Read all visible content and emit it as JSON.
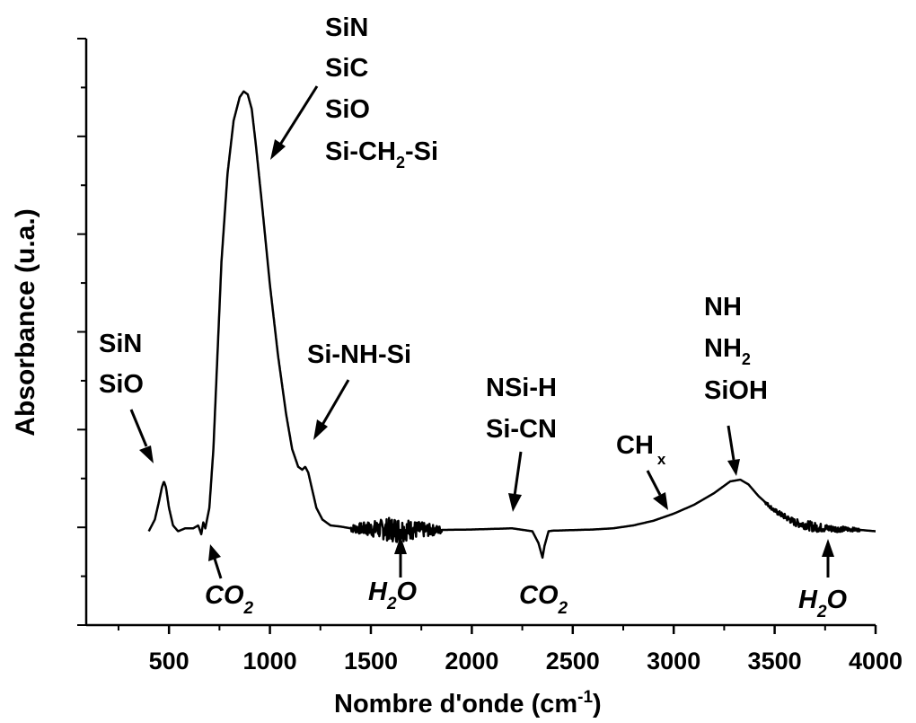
{
  "chart_data": {
    "type": "line",
    "xlabel": "Nombre d'onde (cm",
    "xlabel_sup": "-1",
    "xlabel_tail": ")",
    "ylabel": "Absorbance (u.a.)",
    "xlim": [
      90,
      4000
    ],
    "ylim": [
      0,
      100
    ],
    "x_ticks": [
      "500",
      "1000",
      "1500",
      "2000",
      "2500",
      "3000",
      "3500",
      "4000"
    ],
    "y_ticks_shown": false,
    "grid": false,
    "legend": "none",
    "series": [
      {
        "x": [
          400,
          430,
          450,
          465,
          475,
          485,
          500,
          520,
          545,
          580,
          620,
          645,
          660,
          670,
          680,
          700,
          720,
          740,
          760,
          790,
          820,
          850,
          870,
          890,
          910,
          930,
          960,
          1000,
          1040,
          1080,
          1110,
          1140,
          1160,
          1175,
          1190,
          1210,
          1230,
          1260,
          1300,
          1350,
          1400,
          1600,
          1800,
          2000,
          2200,
          2300,
          2330,
          2350,
          2360,
          2380,
          2400,
          2500,
          2600,
          2700,
          2800,
          2900,
          3000,
          3100,
          3200,
          3280,
          3330,
          3370,
          3420,
          3500,
          3600,
          3700,
          3800,
          3900,
          4000
        ],
        "y": [
          16,
          18,
          21,
          23.5,
          24.5,
          23.5,
          20,
          17,
          16,
          16.5,
          16.5,
          17,
          15.5,
          17.5,
          16.5,
          20,
          30,
          46,
          62,
          77,
          86,
          90,
          91,
          90.5,
          88,
          82,
          72,
          58,
          46,
          36,
          30,
          27,
          26.5,
          27,
          26,
          23,
          20,
          18,
          17,
          16.8,
          16.5,
          16.3,
          16.2,
          16.3,
          16.5,
          16,
          14,
          11.5,
          13.5,
          16,
          16.1,
          16.2,
          16.3,
          16.5,
          17,
          17.8,
          19,
          20.5,
          22.5,
          24.5,
          24.8,
          24,
          22,
          19.5,
          17.5,
          16.7,
          16.4,
          16.3,
          16
        ]
      }
    ],
    "noise_regions": [
      {
        "from": 1400,
        "to": 1850
      },
      {
        "from": 3450,
        "to": 3920
      }
    ],
    "annotations_above": [
      {
        "lines": [
          "SiN",
          "SiO"
        ],
        "x": 475
      },
      {
        "lines": [
          "SiN",
          "SiC",
          "SiO",
          "Si-CH2-Si"
        ],
        "x": 900
      },
      {
        "lines": [
          "Si-NH-Si"
        ],
        "x": 1195
      },
      {
        "lines": [
          "NSi-H",
          "Si-CN"
        ],
        "x": 2200
      },
      {
        "lines": [
          "CHx"
        ],
        "x": 2980
      },
      {
        "lines": [
          "NH",
          "NH2",
          "SiOH"
        ],
        "x": 3330
      }
    ],
    "annotations_below": [
      {
        "text": "CO2",
        "x": 670
      },
      {
        "text": "H2O",
        "x": 1650
      },
      {
        "text": "CO2",
        "x": 2360
      },
      {
        "text": "H2O",
        "x": 3760
      }
    ]
  },
  "text": {
    "sin": "SiN",
    "sio": "SiO",
    "sic": "SiC",
    "sich2": "Si-CH",
    "sich2_sub": "2",
    "sich2_tail": "-Si",
    "sinhsi": "Si-NH-Si",
    "nsih": "NSi-H",
    "sicn": "Si-CN",
    "chx": "CH",
    "chx_sub": "x",
    "nh": "NH",
    "nh2": "NH",
    "nh2_sub": "2",
    "sioh": "SiOH",
    "co2": "CO",
    "co2_sub": "2",
    "h2o_h": "H",
    "h2o_sub": "2",
    "h2o_o": "O"
  }
}
